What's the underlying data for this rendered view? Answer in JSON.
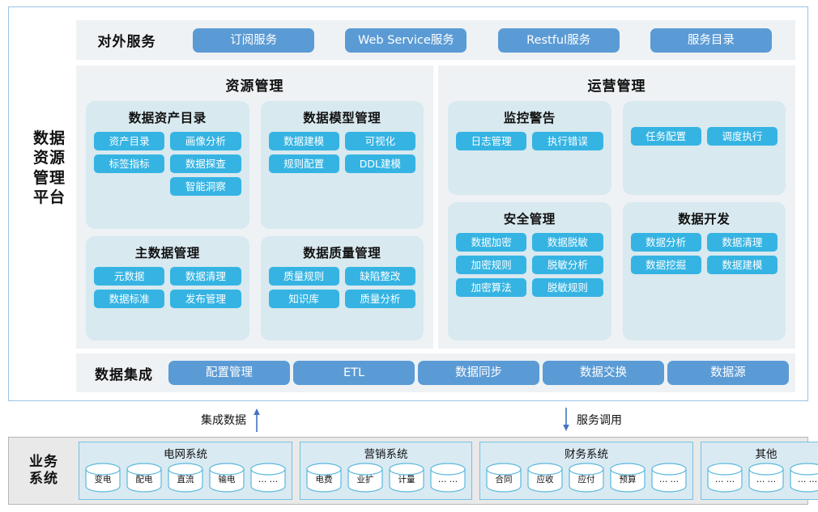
{
  "platform": {
    "side_label": "数据\n资源\n管理\n平台",
    "side_label_lines": [
      "数据",
      "资源",
      "管理",
      "平台"
    ]
  },
  "external_services": {
    "title": "对外服务",
    "buttons": [
      "订阅服务",
      "Web Service服务",
      "Restful服务",
      "服务目录"
    ]
  },
  "management_panels": [
    {
      "title": "资源管理",
      "subcards": [
        {
          "title": "数据资产目录",
          "chips": [
            "资产目录",
            "画像分析",
            "标签指标",
            "数据探查",
            "智能洞察"
          ],
          "offset_last": true
        },
        {
          "title": "数据模型管理",
          "chips": [
            "数据建模",
            "可视化",
            "规则配置",
            "DDL建模"
          ],
          "offset_last": false
        },
        {
          "title": "主数据管理",
          "chips": [
            "元数据",
            "数据清理",
            "数据标准",
            "发布管理"
          ],
          "offset_last": false
        },
        {
          "title": "数据质量管理",
          "chips": [
            "质量规则",
            "缺陷整改",
            "知识库",
            "质量分析"
          ],
          "offset_last": false
        }
      ]
    },
    {
      "title": "运营管理",
      "subcards": [
        {
          "title": "监控警告",
          "chips": [
            "日志管理",
            "执行错误"
          ],
          "offset_last": false
        },
        {
          "title": "",
          "chips": [
            "任务配置",
            "调度执行"
          ],
          "offset_last": false
        },
        {
          "title": "安全管理",
          "chips": [
            "数据加密",
            "数据脱敏",
            "加密规则",
            "脱敏分析",
            "加密算法",
            "脱敏规则"
          ],
          "offset_last": false
        },
        {
          "title": "数据开发",
          "chips": [
            "数据分析",
            "数据清理",
            "数据挖掘",
            "数据建模"
          ],
          "offset_last": false
        }
      ]
    }
  ],
  "data_integration": {
    "title": "数据集成",
    "buttons": [
      "配置管理",
      "ETL",
      "数据同步",
      "数据交换",
      "数据源"
    ]
  },
  "connectors": [
    {
      "label": "集成数据",
      "direction": "up",
      "arrow_side": "right"
    },
    {
      "label": "服务调用",
      "direction": "down",
      "arrow_side": "left"
    }
  ],
  "business_systems": {
    "side_label_lines": [
      "业务",
      "系统"
    ],
    "groups": [
      {
        "title": "电网系统",
        "items": [
          "变电",
          "配电",
          "直流",
          "输电",
          "… …"
        ]
      },
      {
        "title": "营销系统",
        "items": [
          "电费",
          "业扩",
          "计量",
          "… …"
        ]
      },
      {
        "title": "财务系统",
        "items": [
          "合同",
          "应收",
          "应付",
          "预算",
          "… …"
        ]
      },
      {
        "title": "其他",
        "items": [
          "… …",
          "… …",
          "… …"
        ]
      }
    ]
  },
  "colors": {
    "frame_border": "#9dc3e6",
    "band_bg": "#eef2f4",
    "panel_bg": "#eef2f4",
    "subcard_bg": "#d8e9f0",
    "chip_blue": "#35b4e3",
    "pill_blue": "#5b9bd5",
    "biz_bg": "#e9e9e9",
    "biz_group_bg": "#daeaf2",
    "biz_group_border": "#72c2e0",
    "arrow_blue": "#4472c4"
  }
}
